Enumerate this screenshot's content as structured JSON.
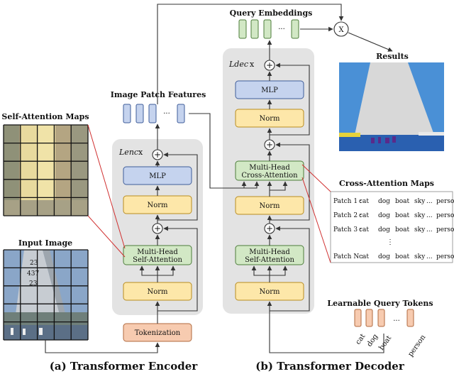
{
  "labels": {
    "query_embeddings": "Query Embeddings",
    "results": "Results",
    "image_patch_features": "Image Patch Features",
    "self_attention_maps": "Self-Attention Maps",
    "input_image": "Input Image",
    "cross_attention_maps": "Cross-Attention Maps",
    "learnable_query_tokens": "Learnable Query Tokens",
    "multiply_symbol": "X",
    "ellipsis": "···",
    "plus": "+"
  },
  "encoder": {
    "repeat_label": "Lenc",
    "repeat_x": "x",
    "mlp": "MLP",
    "norm_top": "Norm",
    "attention_line1": "Multi-Head",
    "attention_line2": "Self-Attention",
    "norm_bottom": "Norm",
    "tokenization": "Tokenization",
    "caption": "(a) Transformer Encoder"
  },
  "decoder": {
    "repeat_label": "Ldec",
    "repeat_x": "x",
    "mlp": "MLP",
    "norm_top": "Norm",
    "cross_line1": "Multi-Head",
    "cross_line2": "Cross-Attention",
    "norm_mid": "Norm",
    "self_line1": "Multi-Head",
    "self_line2": "Self-Attention",
    "norm_bottom": "Norm",
    "caption": "(b) Transformer Decoder"
  },
  "cross_attention_rows": [
    {
      "patch": "Patch 1 :",
      "words": [
        "cat",
        "dog",
        "boat",
        "sky",
        "...",
        "person"
      ],
      "bold": [
        3
      ]
    },
    {
      "patch": "Patch 2 :",
      "words": [
        "cat",
        "dog",
        "boat",
        "sky",
        "...",
        "person"
      ],
      "bold": [
        1,
        2
      ]
    },
    {
      "patch": "Patch 3 :",
      "words": [
        "cat",
        "dog",
        "boat",
        "sky",
        "...",
        "person"
      ],
      "bold": [
        2
      ]
    },
    {
      "patch": "Patch N :",
      "words": [
        "cat",
        "dog",
        "boat",
        "sky",
        "...",
        "person"
      ],
      "bold": [
        2,
        5
      ]
    }
  ],
  "cross_attention_vdots": "⋮",
  "query_tokens": [
    "cat",
    "dog",
    "boat",
    "...",
    "person"
  ],
  "patch_grid_numbers": [
    "23",
    "437",
    "23"
  ],
  "colors": {
    "blue_box": "#c5d3ee",
    "yellow_box": "#fde7a9",
    "green_box": "#d2e8c5",
    "orange_box": "#f7cbb0",
    "panel": "#e3e3e3",
    "result_sky": "#4a90d6",
    "result_sail": "#d8d8d8",
    "result_sea": "#2a60b0",
    "red_lines": "#d03030"
  }
}
